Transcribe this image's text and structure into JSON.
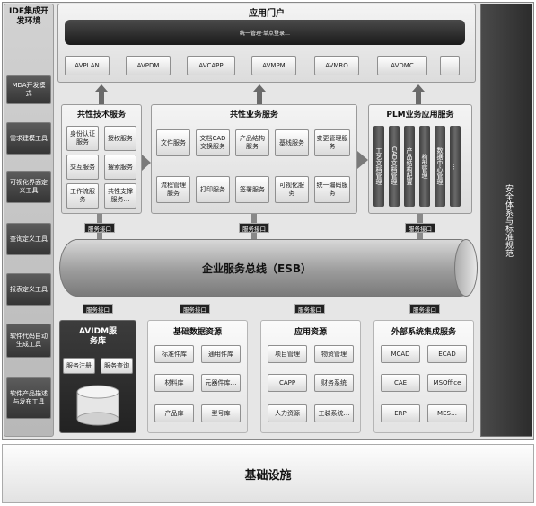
{
  "left": {
    "title": "IDE集成开发环境",
    "items": [
      "MDA开发模式",
      "需求建模工具",
      "可视化界面定义工具",
      "查询定义工具",
      "报表定义工具",
      "软件代码自动生成工具",
      "软件产品描述与发布工具"
    ]
  },
  "portal": {
    "title": "应用门户",
    "bar": "统一管理·单点登录…",
    "apps": [
      "AVPLAN",
      "AVPDM",
      "AVCAPP",
      "AVMPM",
      "AVMRO",
      "AVDMC",
      "……"
    ]
  },
  "tech": {
    "title": "共性技术服务",
    "items": [
      "身份认证服务",
      "授权服务",
      "交互服务",
      "搜索服务",
      "工作流服务",
      "共性支撑服务…"
    ]
  },
  "biz": {
    "title": "共性业务服务",
    "items": [
      "文件服务",
      "文档CAD交换服务",
      "产品结构服务",
      "基线服务",
      "变更管理服务",
      "流程管理服务",
      "打印服务",
      "签署服务",
      "可视化服务",
      "统一编码服务"
    ]
  },
  "plm": {
    "title": "PLM业务应用服务",
    "cols": [
      "工艺文档管理",
      "CAD文档管理",
      "产品结构配置",
      "构型管理",
      "数据中心管理",
      "…"
    ]
  },
  "service_interface": "服务接口",
  "esb": "企业服务总线（ESB）",
  "avidm": {
    "title": "AVIDM服务库",
    "btn1": "服务注册",
    "btn2": "服务查询"
  },
  "basic_data": {
    "title": "基础数据资源",
    "items": [
      "标准件库",
      "通用件库",
      "材料库",
      "元器件库…",
      "产品库",
      "型号库"
    ]
  },
  "app_res": {
    "title": "应用资源",
    "items": [
      "项目管理",
      "物资管理",
      "CAPP",
      "财务系统",
      "人力资源",
      "工装系统…"
    ]
  },
  "ext": {
    "title": "外部系统集成服务",
    "items": [
      "MCAD",
      "ECAD",
      "CAE",
      "MSOffice",
      "ERP",
      "MES…"
    ]
  },
  "security": "安全体系与标准规范",
  "infra": "基础设施"
}
